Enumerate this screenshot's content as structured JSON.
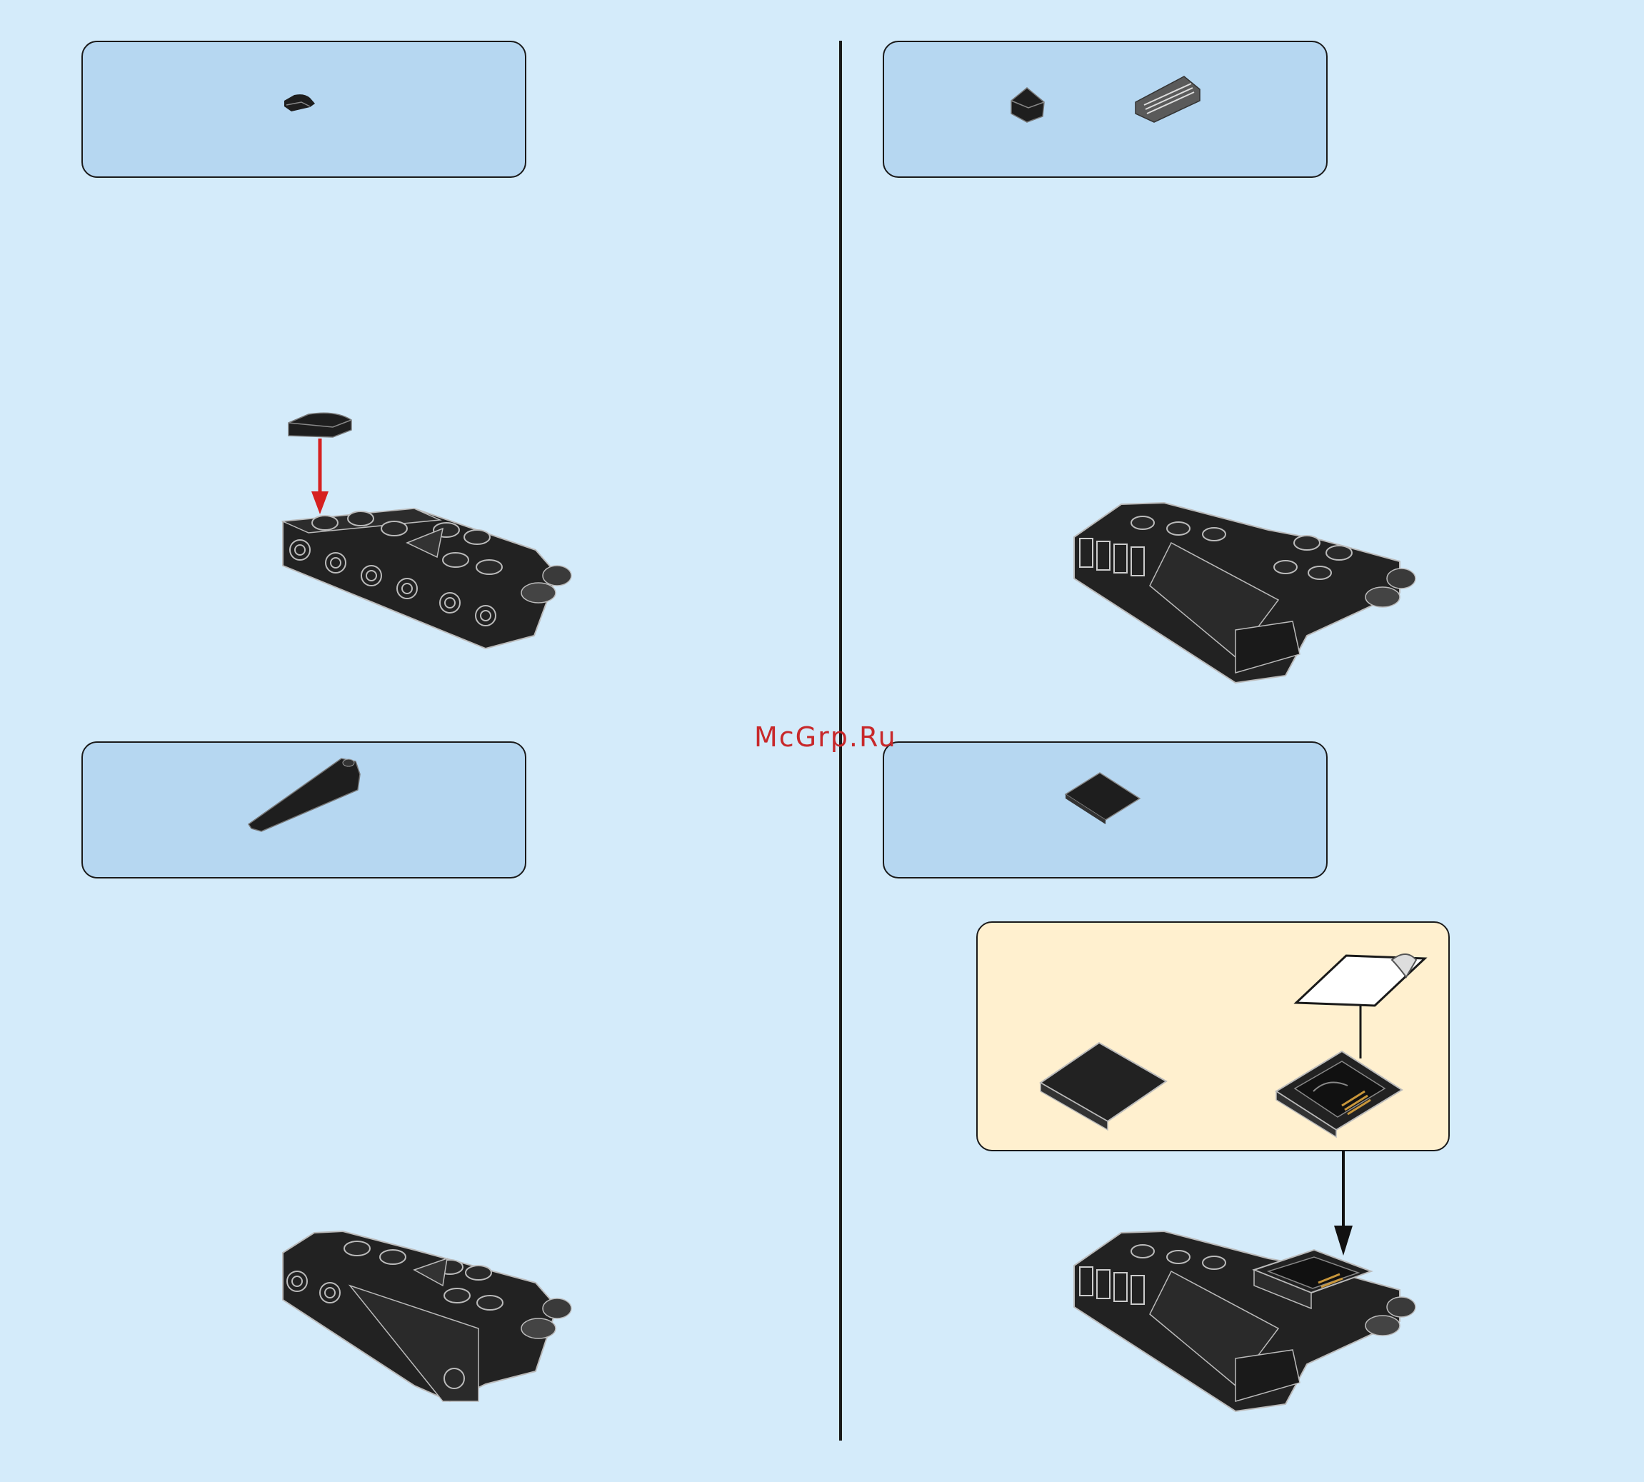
{
  "watermark": {
    "text": "McGrp.Ru",
    "color": "#c8282a"
  },
  "colors": {
    "background": "#d4ebfa",
    "parts_callout": "#b6d7f1",
    "sticker_callout": "#fff0cf",
    "brick": "#222222",
    "arrow_red": "#d62020",
    "arrow_black": "#111111"
  },
  "steps": [
    {
      "parts": [
        "tile-round-corner-icon"
      ],
      "arrow": "red"
    },
    {
      "parts": [
        "slope-2x1-icon",
        "slope-grille-icon"
      ]
    },
    {
      "parts": [
        "curved-slope-icon"
      ]
    },
    {
      "parts": [
        "tile-2x2-icon"
      ],
      "sticker": [
        "tile-2x2-icon",
        "sticker-sheet-icon",
        "tile-2x2-sticker-icon"
      ],
      "arrow": "black"
    }
  ]
}
